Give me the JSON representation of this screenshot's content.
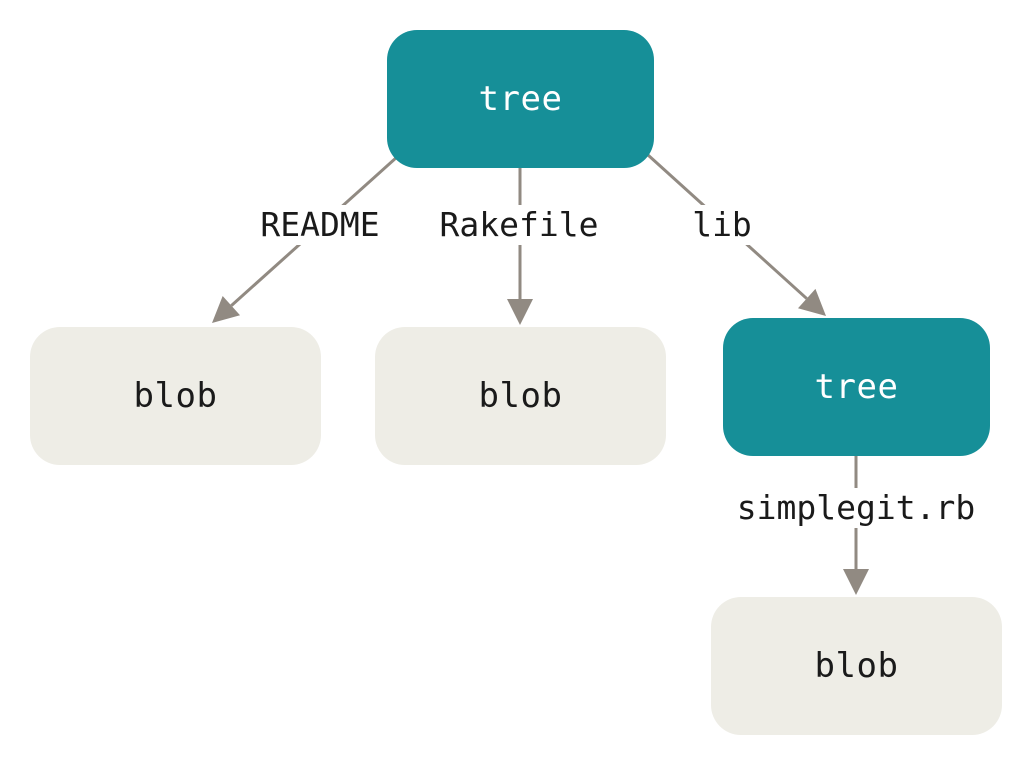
{
  "colors": {
    "tree_fill": "#168f98",
    "blob_fill": "#eeede6",
    "edge": "#918a82"
  },
  "nodes": {
    "root_tree": "tree",
    "blob_readme": "blob",
    "blob_rakefile": "blob",
    "lib_tree": "tree",
    "blob_simplegit": "blob"
  },
  "edges": {
    "readme": "README",
    "rakefile": "Rakefile",
    "lib": "lib",
    "simplegit": "simplegit.rb"
  }
}
